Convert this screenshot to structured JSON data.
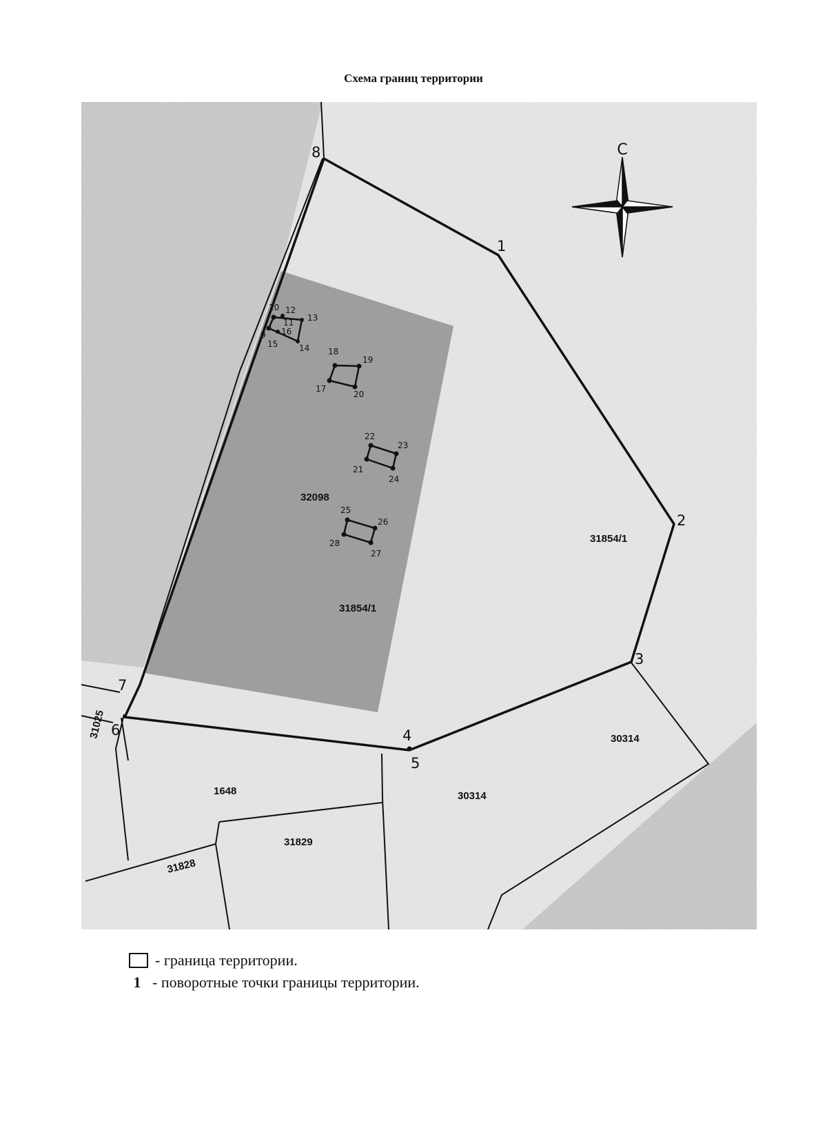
{
  "title": "Схема границ территории",
  "north_label": "С",
  "icons": {
    "compass": "compass-rose-icon",
    "legend_boundary": "boundary-box-icon"
  },
  "colors": {
    "boundary": "#111111",
    "hatched_area": "#9a9a9a",
    "background_area": "#d2d2d2"
  },
  "parcels": {
    "p31854_1_main": "31854/1",
    "p32098": "32098",
    "p31854_1_inner": "31854/1",
    "p30314_east": "30314",
    "p30314_south": "30314",
    "p1648": "1648",
    "p31829": "31829",
    "p31828": "31828",
    "p31025": "31025"
  },
  "points": {
    "p1": "1",
    "p2": "2",
    "p3": "3",
    "p4": "4",
    "p5": "5",
    "p6": "6",
    "p7": "7",
    "p8": "8",
    "p9": "9",
    "p10": "10",
    "p11": "11",
    "p12": "12",
    "p13": "13",
    "p14": "14",
    "p15": "15",
    "p16": "16",
    "p17": "17",
    "p18": "18",
    "p19": "19",
    "p20": "20",
    "p21": "21",
    "p22": "22",
    "p23": "23",
    "p24": "24",
    "p25": "25",
    "p26": "26",
    "p27": "27",
    "p28": "28"
  },
  "legend": {
    "boundary_text": "- граница территории.",
    "point_example": "1",
    "points_text": "- поворотные точки границы территории."
  }
}
